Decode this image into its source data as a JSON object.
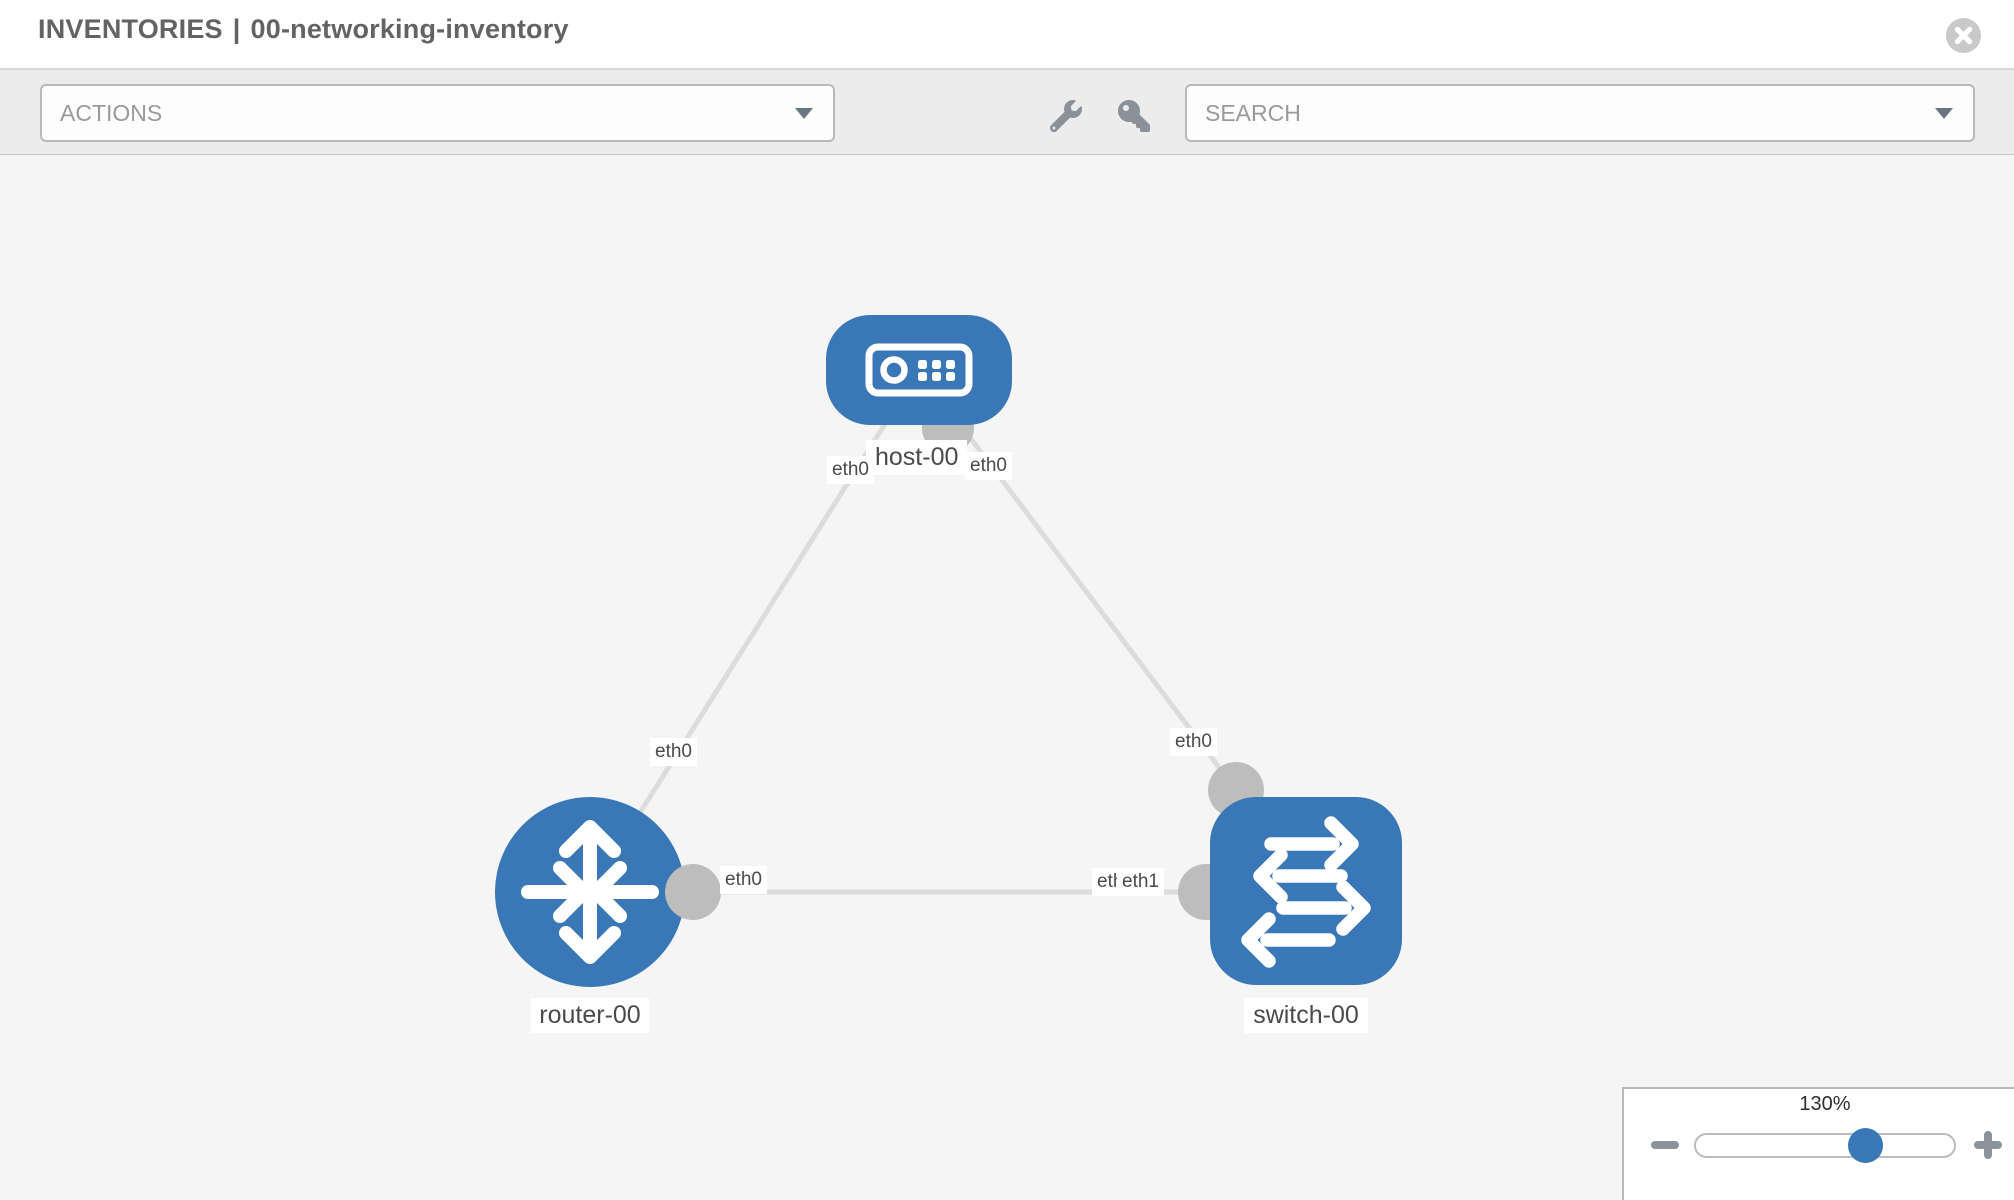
{
  "header": {
    "title_prefix": "INVENTORIES",
    "separator": "|",
    "inventory_name": "00-networking-inventory",
    "close_icon": "close-circle-icon"
  },
  "toolbar": {
    "actions_placeholder": "ACTIONS",
    "search_placeholder": "SEARCH",
    "tool_icons": [
      "wrench-icon",
      "key-icon"
    ]
  },
  "topology": {
    "nodes": [
      {
        "id": "host-00",
        "type": "host",
        "label": "host-00"
      },
      {
        "id": "router-00",
        "type": "router",
        "label": "router-00"
      },
      {
        "id": "switch-00",
        "type": "switch",
        "label": "switch-00"
      }
    ],
    "links": [
      {
        "from": "host-00",
        "to": "router-00",
        "from_interface": "eth0",
        "to_interface": "eth0"
      },
      {
        "from": "host-00",
        "to": "switch-00",
        "from_interface": "eth0",
        "to_interface": "eth0"
      },
      {
        "from": "router-00",
        "to": "switch-00",
        "from_interface": "eth0",
        "to_interface": "eth1",
        "to_overlapping_labels": [
          "eth0",
          "eth1"
        ]
      }
    ]
  },
  "zoom_control": {
    "level": "130%",
    "percent": 130,
    "minus_icon": "minus-icon",
    "plus_icon": "plus-icon",
    "slider_position_pct": 65
  },
  "colors": {
    "node_blue": "#3a77b6",
    "port_gray": "#bdbdbd",
    "link_gray": "#dcdcdc",
    "canvas_bg": "#f5f5f5",
    "toolbar_bg": "#ececec",
    "title_text": "#636363"
  }
}
